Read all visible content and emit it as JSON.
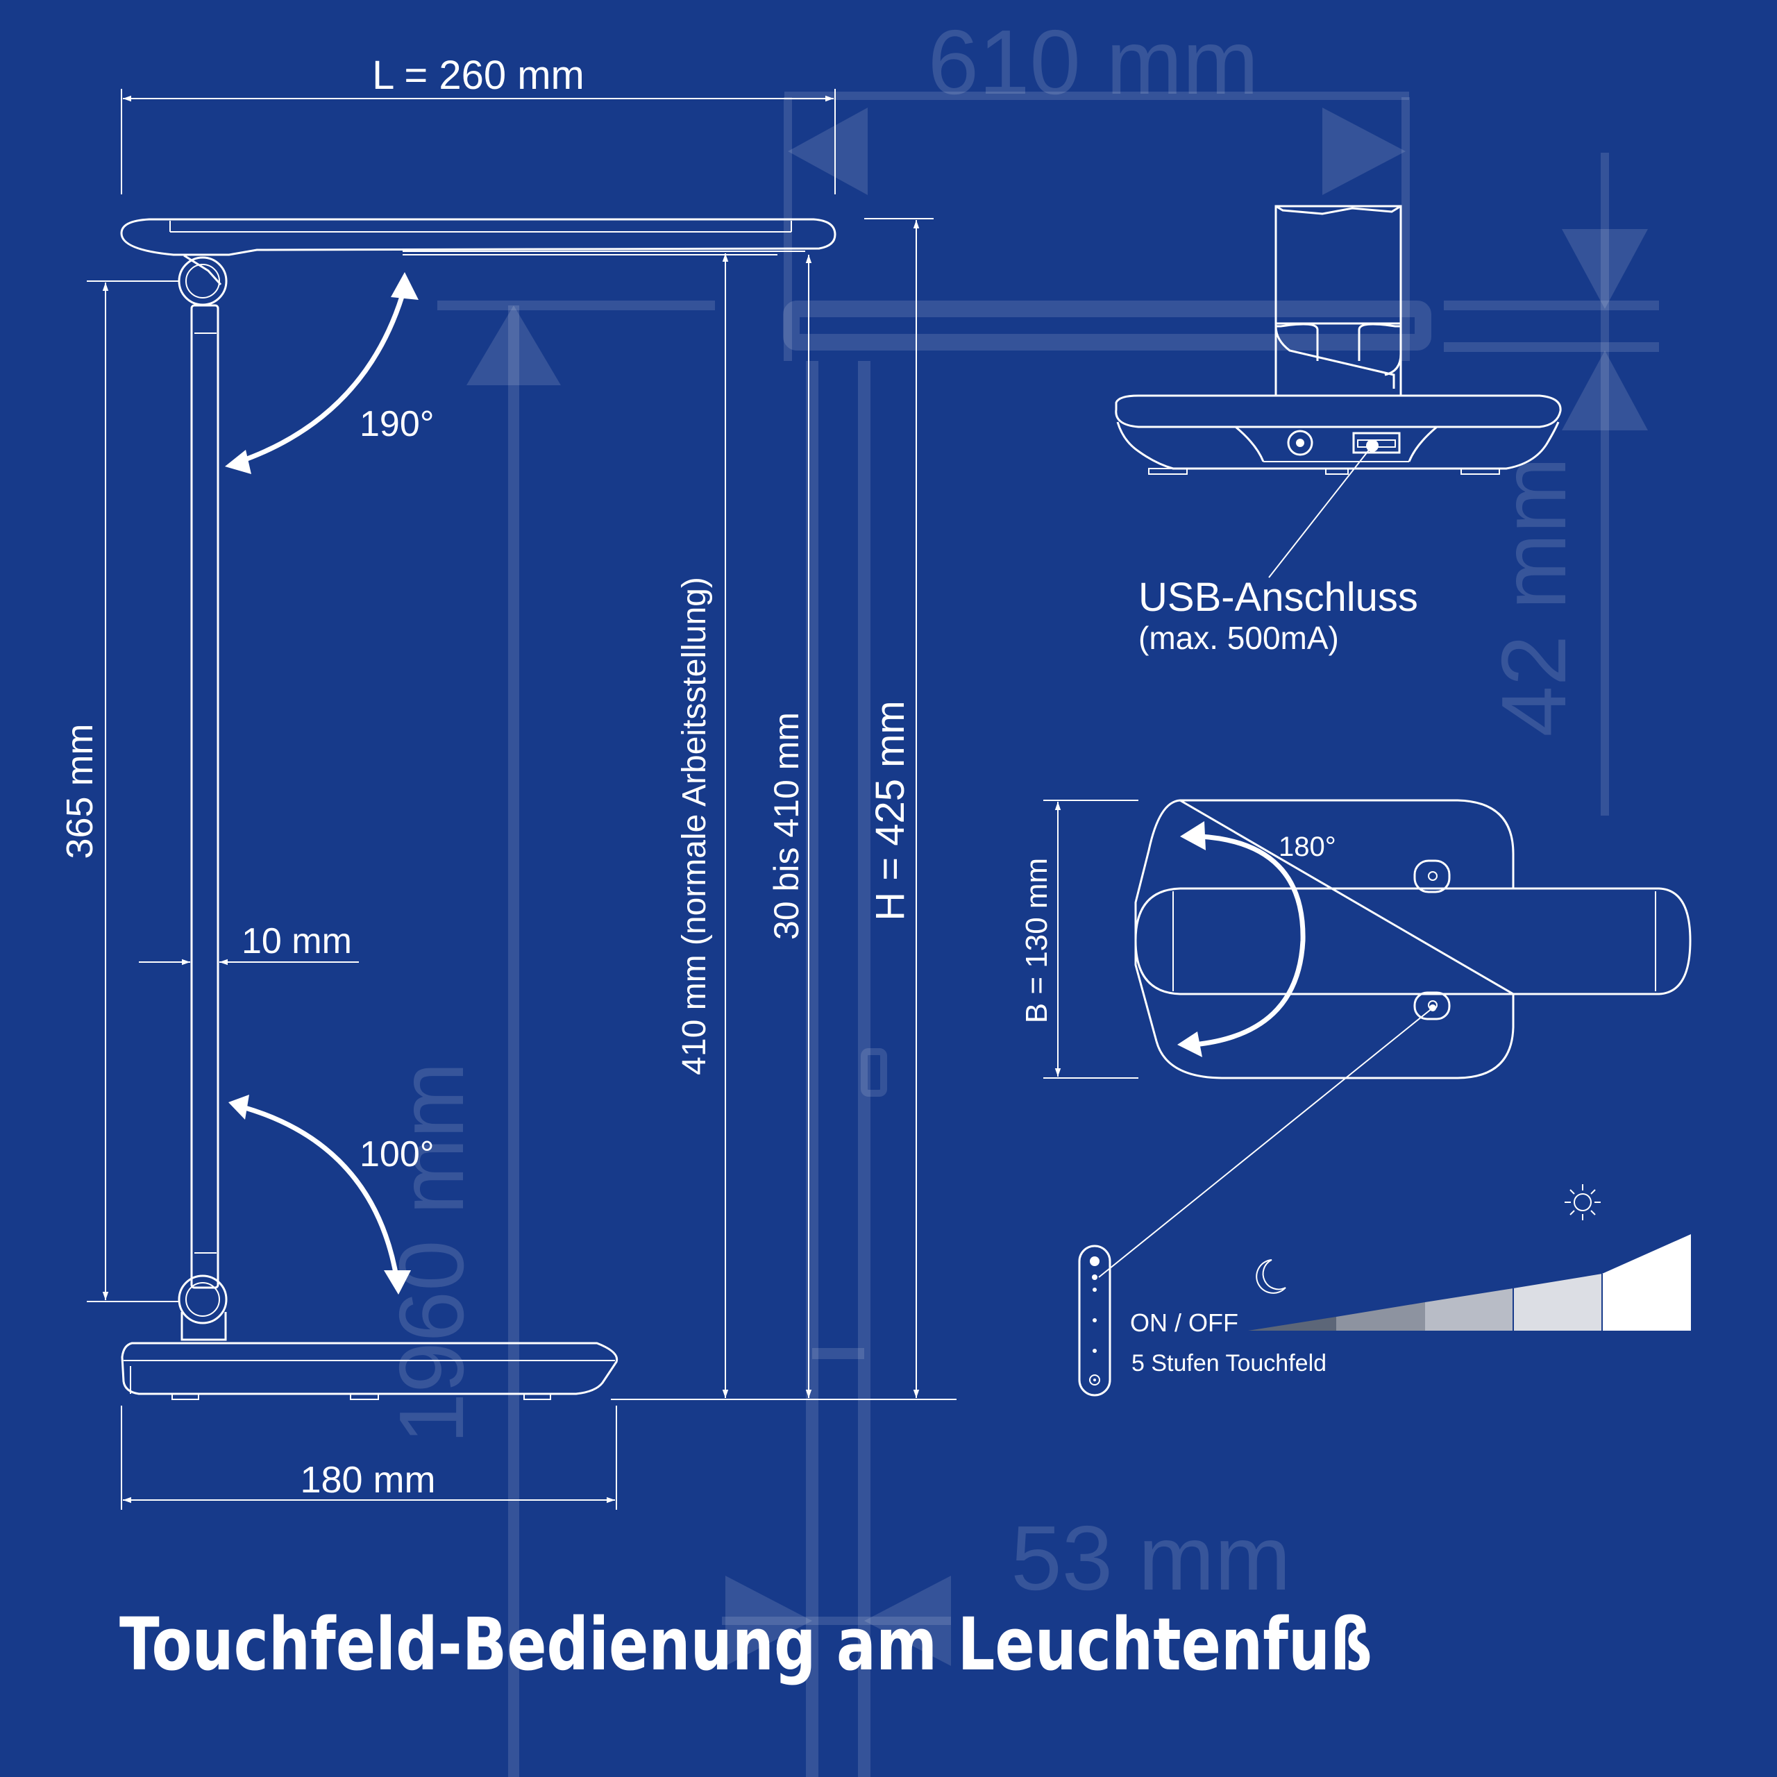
{
  "background": {
    "color": "#173a8a",
    "line_color": "#ffffff"
  },
  "watermark": {
    "top_width": "610 mm",
    "right_height": "42 mm",
    "left_height": "1960 mm",
    "bottom_width": "53 mm"
  },
  "side_view": {
    "head_length": "L = 260 mm",
    "arm_length": "365 mm",
    "arm_thickness": "10 mm",
    "head_rotation": "190°",
    "arm_rotation": "100°",
    "base_length": "180 mm",
    "working_height": "410 mm (normale Arbeitsstellung)",
    "height_range": "30 bis 410 mm",
    "total_height": "H = 425 mm"
  },
  "rear_view": {
    "usb_label": "USB-Anschluss",
    "usb_spec": "(max. 500mA)"
  },
  "top_view": {
    "base_width": "B = 130 mm",
    "rotation": "180°"
  },
  "touch_panel": {
    "on_off": "ON / OFF",
    "levels": "5 Stufen Touchfeld",
    "level_count": 5,
    "moon_icon": "moon-icon",
    "sun_icon": "sun-icon"
  },
  "title": "Touchfeld-Bedienung am Leuchtenfuß"
}
